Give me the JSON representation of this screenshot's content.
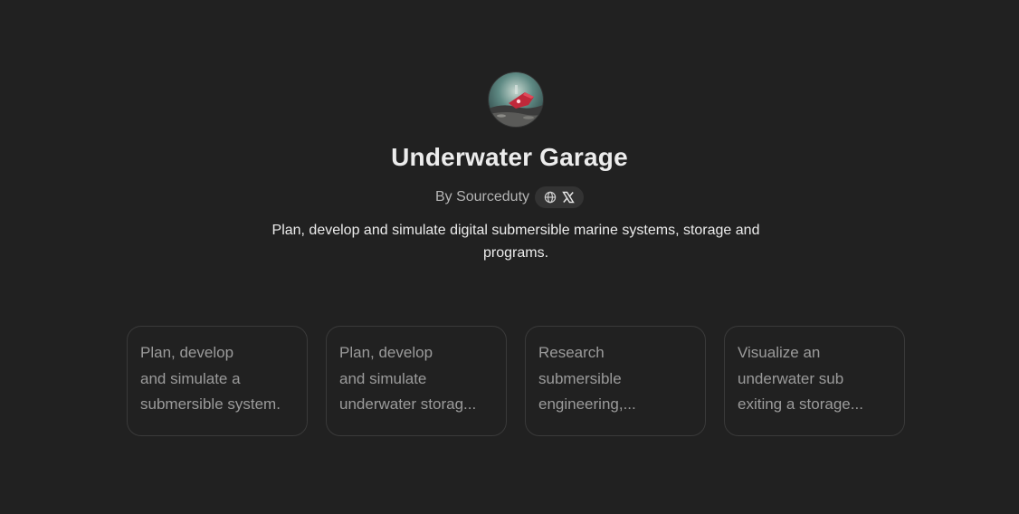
{
  "gpt": {
    "name": "Underwater Garage",
    "byline": "By Sourceduty",
    "description": "Plan, develop and simulate digital submersible marine systems, storage and programs.",
    "links": [
      {
        "icon": "globe-icon"
      },
      {
        "icon": "x-logo-icon"
      }
    ]
  },
  "starters": [
    {
      "lines": [
        "Plan, develop",
        "and simulate a",
        "submersible system."
      ]
    },
    {
      "lines": [
        "Plan, develop",
        "and simulate",
        "underwater storag..."
      ]
    },
    {
      "lines": [
        "Research",
        "submersible",
        "engineering,..."
      ]
    },
    {
      "lines": [
        "Visualize an",
        "underwater sub",
        "exiting a storage..."
      ]
    }
  ],
  "colors": {
    "background": "#212121",
    "card_border": "#3a3a3a",
    "card_text": "#9b9b9b",
    "title_text": "#ececec"
  }
}
